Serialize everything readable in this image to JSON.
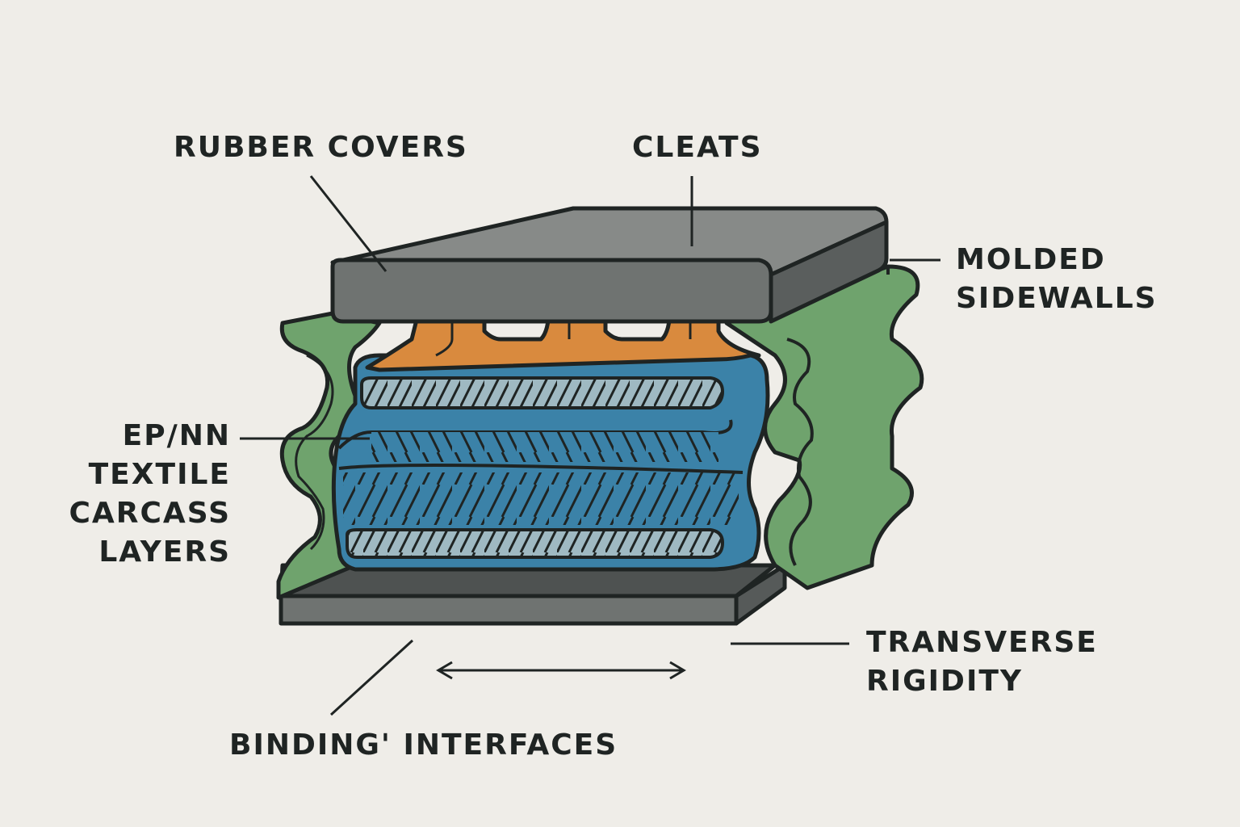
{
  "labels": {
    "rubber_covers": "RUBBER COVERS",
    "cleats": "CLEATS",
    "molded_sidewalls": [
      "MOLDED",
      "SIDEWALLS"
    ],
    "carcass_layers": [
      "EP/NN",
      "TEXTILE",
      "CARCASS",
      "LAYERS"
    ],
    "transverse_rigidity": [
      "TRANSVERSE",
      "RIGIDITY"
    ],
    "binding_interfaces": "BINDING' INTERFACES"
  },
  "colors": {
    "background": "#efede8",
    "rubber_cover": "#6f7371",
    "sidewall": "#6fa36d",
    "cleat": "#d98a3e",
    "carcass": "#3b82a8",
    "weave": "#9fb9c2",
    "outline": "#1f2423"
  }
}
